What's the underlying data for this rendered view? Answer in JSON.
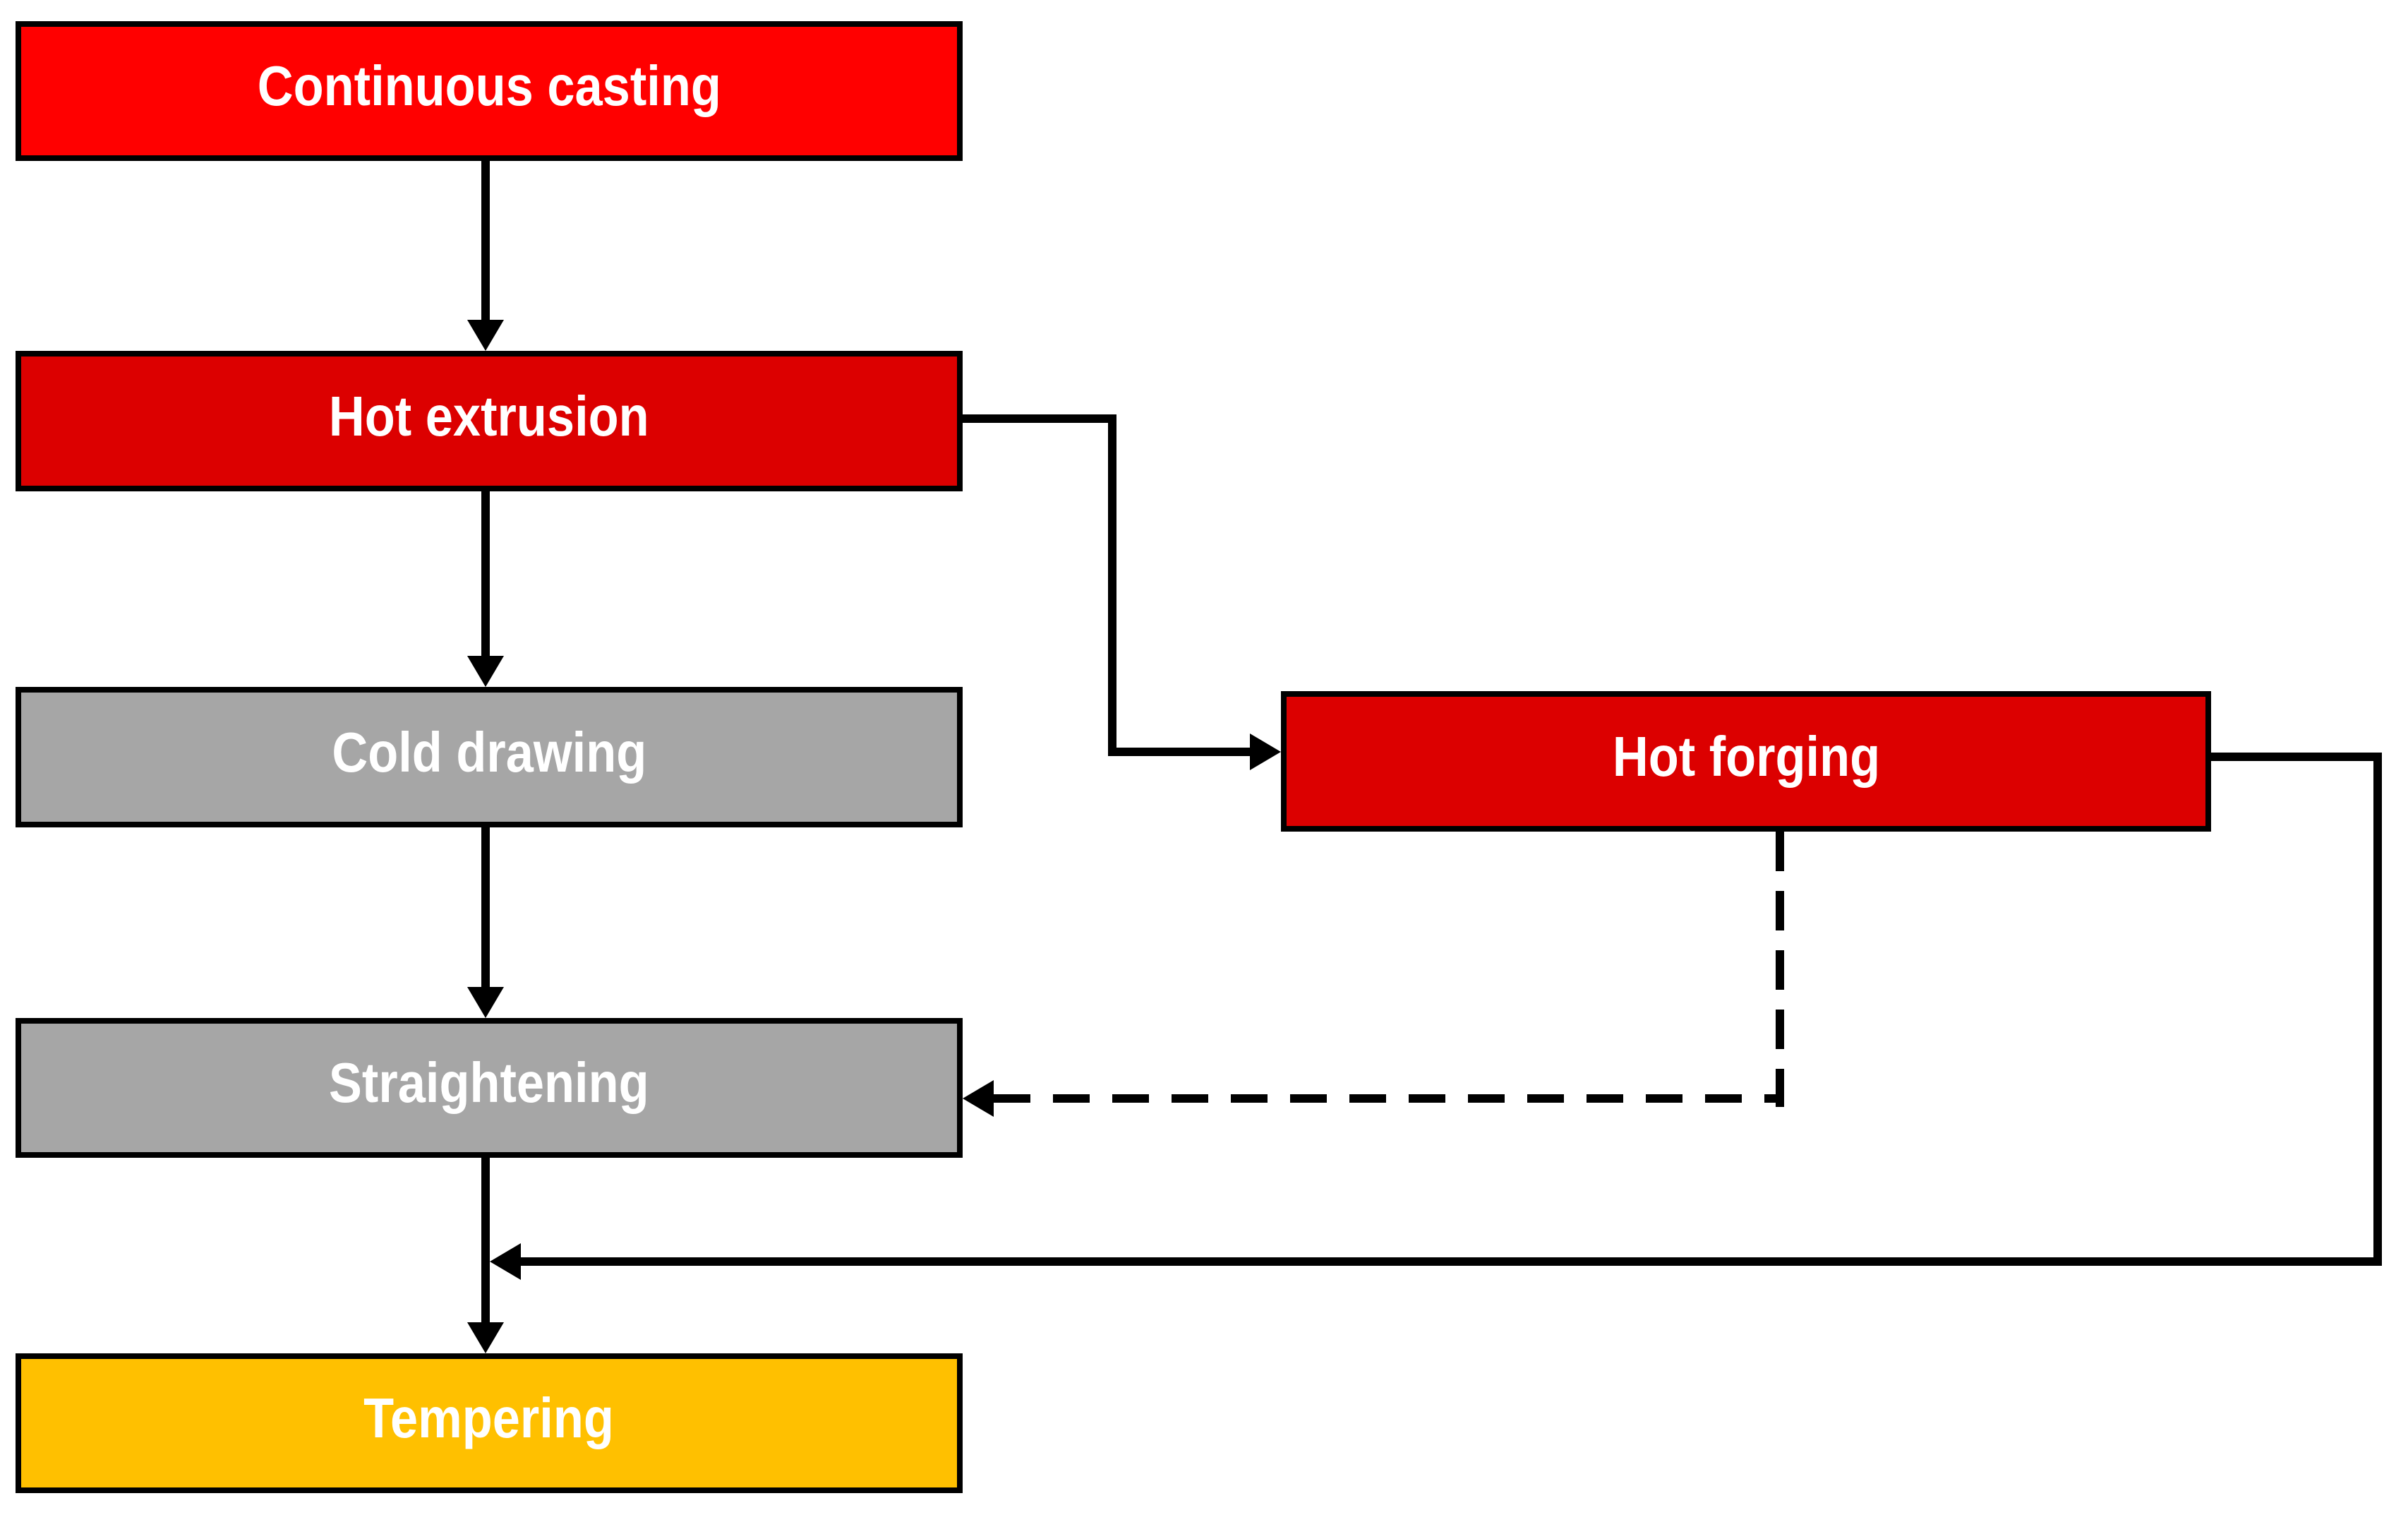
{
  "diagram": {
    "type": "flowchart",
    "nodes": [
      {
        "id": "continuous-casting",
        "label": "Continuous casting",
        "color": "#FF0000",
        "text_color": "#FFFFFF"
      },
      {
        "id": "hot-extrusion",
        "label": "Hot extrusion",
        "color": "#DC0000",
        "text_color": "#FFFFFF"
      },
      {
        "id": "cold-drawing",
        "label": "Cold drawing",
        "color": "#A6A6A6",
        "text_color": "#FFFFFF"
      },
      {
        "id": "straightening",
        "label": "Straightening",
        "color": "#A6A6A6",
        "text_color": "#FFFFFF"
      },
      {
        "id": "tempering",
        "label": "Tempering",
        "color": "#FFC000",
        "text_color": "#FFFFFF"
      },
      {
        "id": "hot-forging",
        "label": "Hot forging",
        "color": "#DC0000",
        "text_color": "#FFFFFF"
      }
    ],
    "edges": [
      {
        "from": "continuous-casting",
        "to": "hot-extrusion",
        "style": "solid",
        "arrow": "down"
      },
      {
        "from": "hot-extrusion",
        "to": "cold-drawing",
        "style": "solid",
        "arrow": "down"
      },
      {
        "from": "cold-drawing",
        "to": "straightening",
        "style": "solid",
        "arrow": "down"
      },
      {
        "from": "straightening",
        "to": "tempering",
        "style": "solid",
        "arrow": "down"
      },
      {
        "from": "hot-extrusion",
        "to": "hot-forging",
        "style": "solid",
        "arrow": "right"
      },
      {
        "from": "hot-forging",
        "to": "straightening",
        "style": "dashed",
        "arrow": "left"
      },
      {
        "from": "hot-forging",
        "to": "tempering-line",
        "style": "solid",
        "arrow": "left"
      }
    ]
  },
  "colors": {
    "bright_red": "#FF0000",
    "dark_red": "#DC0000",
    "gray": "#A6A6A6",
    "amber": "#FFC000",
    "line": "#000000",
    "background": "#FFFFFF",
    "text": "#FFFFFF"
  }
}
